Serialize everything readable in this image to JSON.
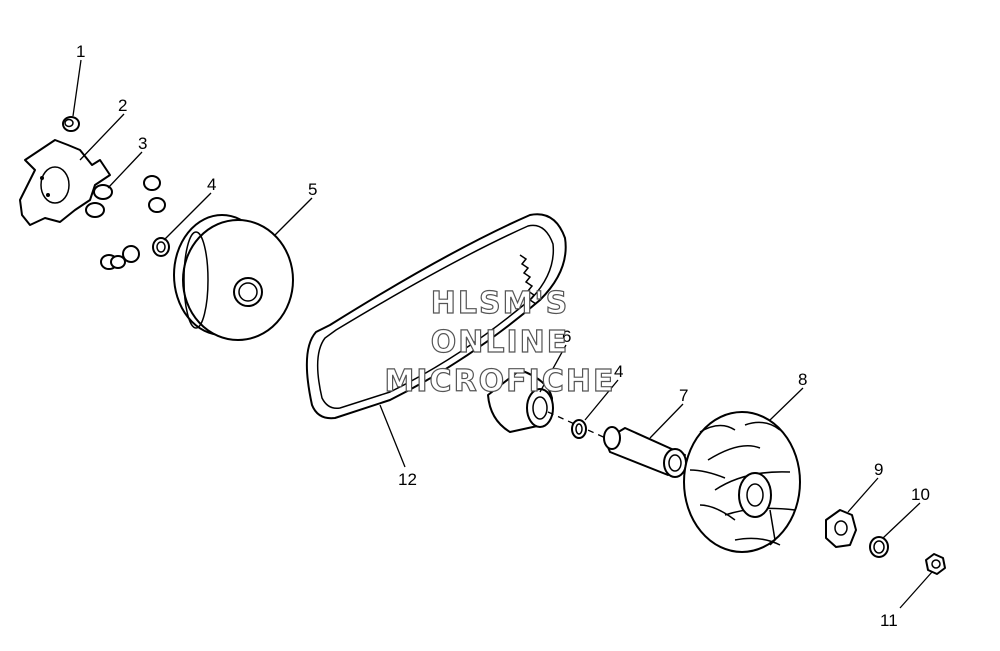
{
  "watermark": {
    "line1": "HLSM'S",
    "line2": "ONLINE",
    "line3": "MICROFICHE"
  },
  "callouts": {
    "c1": "1",
    "c2": "2",
    "c3": "3",
    "c4a": "4",
    "c5": "5",
    "c6": "6",
    "c4b": "4",
    "c7": "7",
    "c8": "8",
    "c9": "9",
    "c10": "10",
    "c11": "11",
    "c12": "12"
  }
}
